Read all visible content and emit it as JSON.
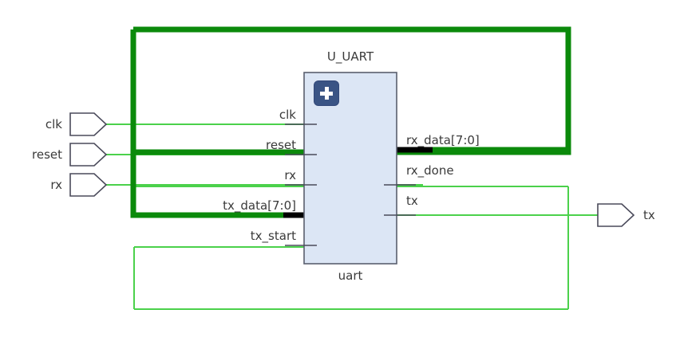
{
  "diagram": {
    "kind": "rtl-schematic",
    "background": "#ffffff",
    "colors": {
      "wire_green": "#4bd14b",
      "highlight_green": "#0b8a0b",
      "bus_black": "#000000",
      "block_fill": "#dce6f5",
      "block_stroke": "#5a5f6e",
      "pin_stroke": "#4a4a5a",
      "text": "#3a3a3a",
      "icon_bg": "#3a5485",
      "icon_glyph": "#ffffff"
    },
    "instance": {
      "name": "U_UART",
      "type": "uart",
      "expand_icon": "plus-icon"
    },
    "input_ports": [
      {
        "name": "clk",
        "label": "clk"
      },
      {
        "name": "reset",
        "label": "reset"
      },
      {
        "name": "rx",
        "label": "rx"
      }
    ],
    "output_ports": [
      {
        "name": "tx",
        "label": "tx"
      }
    ],
    "block_pins_left": [
      {
        "label": "clk",
        "bus": false
      },
      {
        "label": "reset",
        "bus": false
      },
      {
        "label": "rx",
        "bus": false
      },
      {
        "label": "tx_data[7:0]",
        "bus": true
      },
      {
        "label": "tx_start",
        "bus": false
      }
    ],
    "block_pins_right": [
      {
        "label": "rx_data[7:0]",
        "bus": true
      },
      {
        "label": "rx_done",
        "bus": false
      },
      {
        "label": "tx",
        "bus": false
      }
    ],
    "instance_label_top": "U_UART",
    "instance_label_bottom": "uart"
  }
}
